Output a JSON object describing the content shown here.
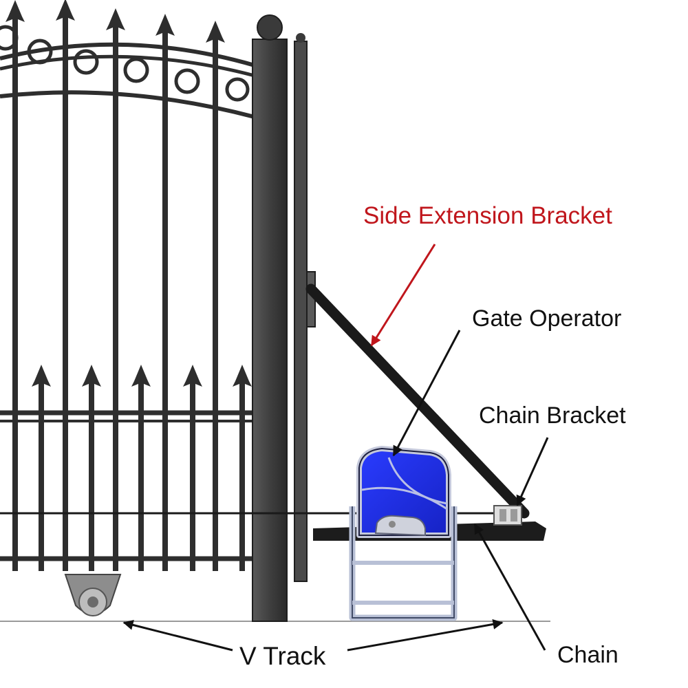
{
  "labels": {
    "side_extension_bracket": "Side Extension Bracket",
    "gate_operator": "Gate Operator",
    "chain_bracket": "Chain Bracket",
    "chain": "Chain",
    "v_track": "V Track"
  },
  "colors": {
    "highlight_label": "#c0161c",
    "label_text": "#111111",
    "iron": "#2e2e2e",
    "post": "#454545",
    "operator_blue": "#1f2fe0",
    "operator_frame": "#b8c0d6",
    "background": "#ffffff"
  }
}
